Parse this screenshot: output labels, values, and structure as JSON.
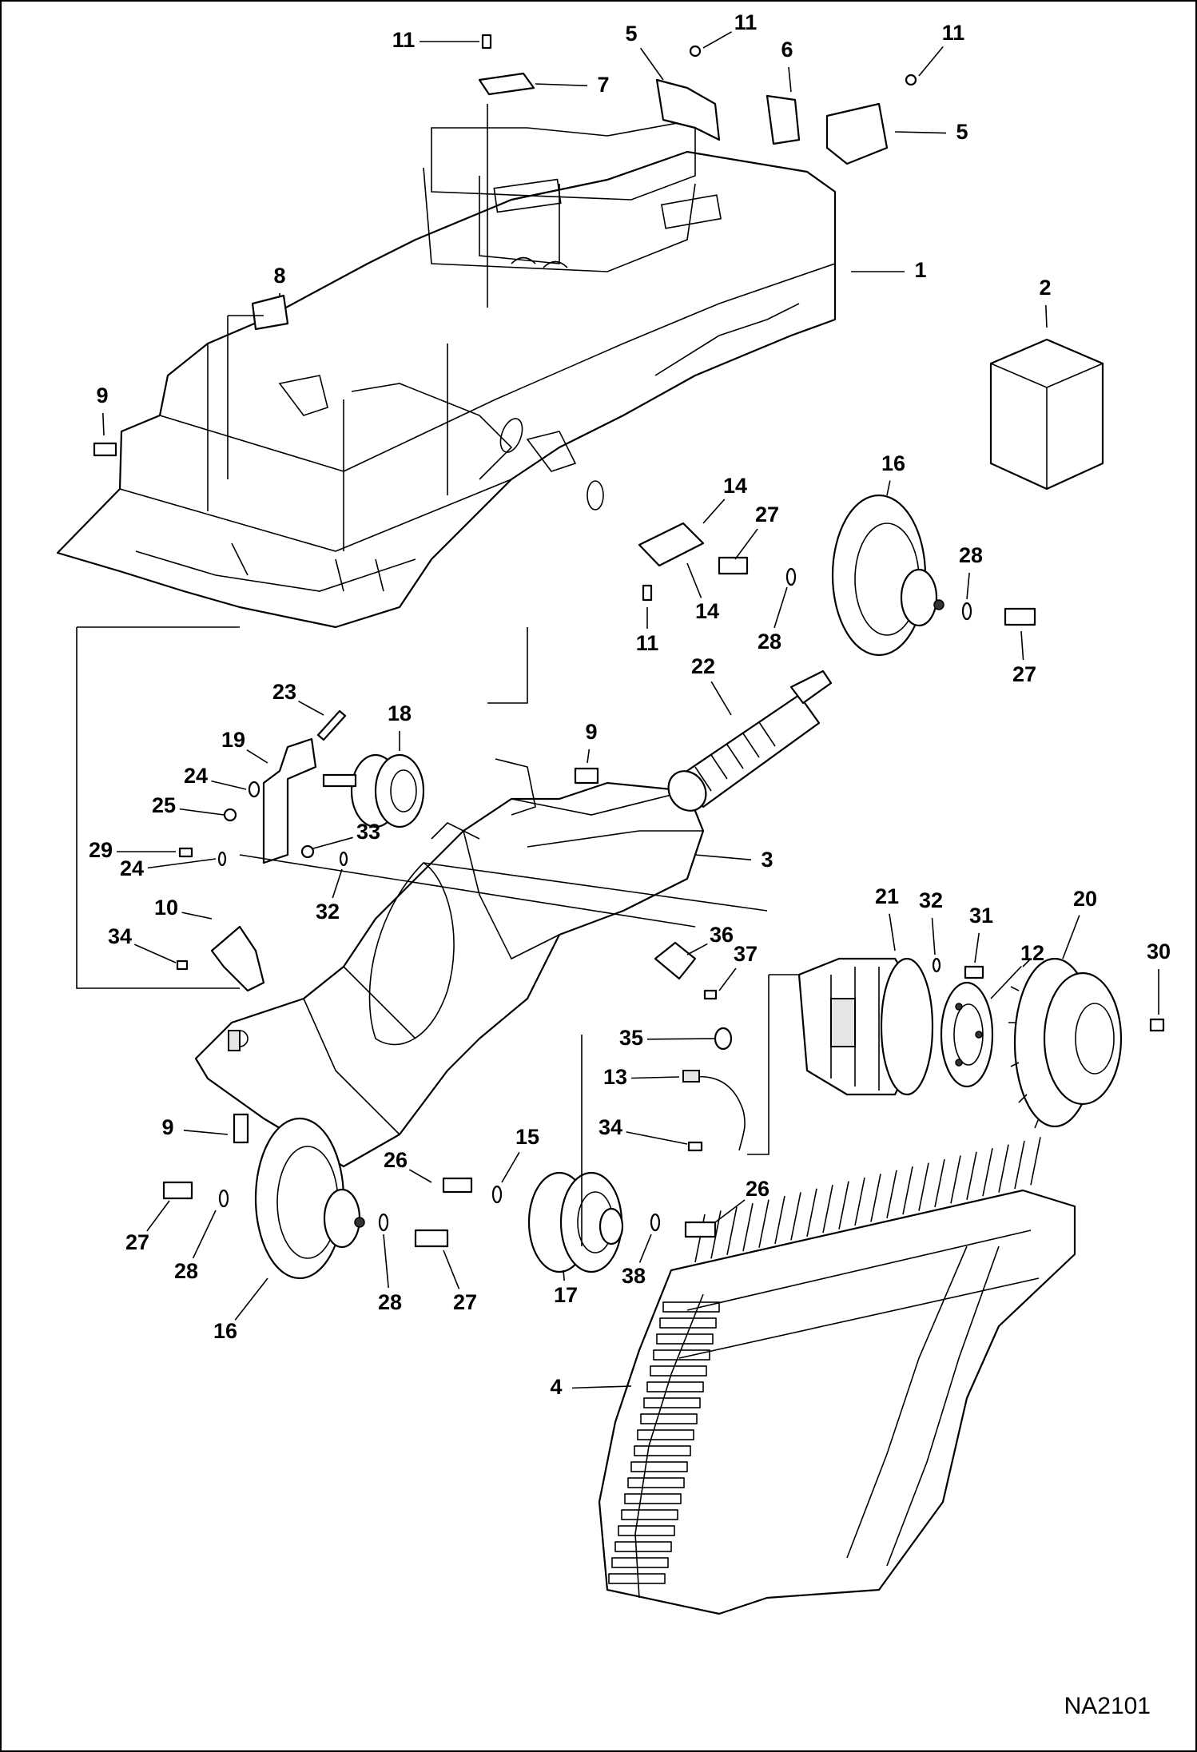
{
  "drawing_ref": "NA2101",
  "callouts": [
    "1",
    "2",
    "3",
    "4",
    "5",
    "5",
    "6",
    "7",
    "8",
    "9",
    "9",
    "9",
    "10",
    "11",
    "11",
    "11",
    "11",
    "12",
    "13",
    "14",
    "14",
    "15",
    "16",
    "16",
    "17",
    "18",
    "19",
    "20",
    "21",
    "22",
    "23",
    "24",
    "24",
    "25",
    "26",
    "26",
    "27",
    "27",
    "27",
    "27",
    "28",
    "28",
    "28",
    "28",
    "29",
    "30",
    "31",
    "32",
    "32",
    "33",
    "34",
    "34",
    "35",
    "36",
    "37",
    "38"
  ]
}
